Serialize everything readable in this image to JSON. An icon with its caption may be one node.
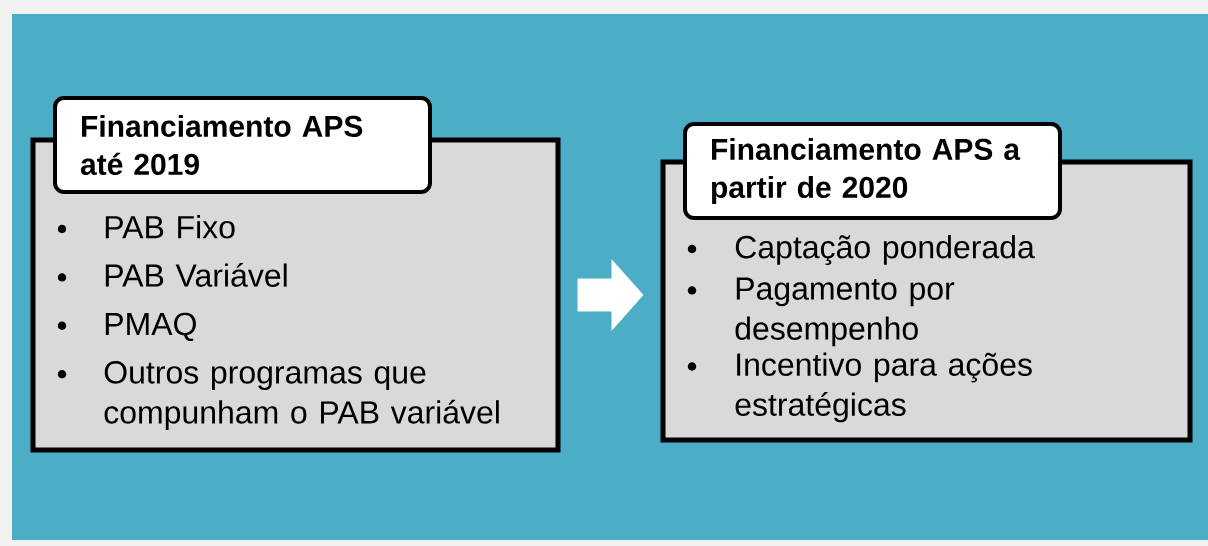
{
  "diagram": {
    "nodes": [
      {
        "text": [
          "Financiamento APS até 2019",
          "PAB Fixo",
          "PAB Variável",
          "PMAQ",
          "Outros programas que compunham o PAB variável"
        ]
      },
      {
        "text": [
          "Financiamento APS a partir de 2020",
          "Captação ponderada",
          "Pagamento por desempenho",
          "Incentivo para ações estratégicas"
        ]
      }
    ],
    "edges": [
      {
        "from": 0,
        "to": 1,
        "arrow": "to"
      }
    ]
  }
}
